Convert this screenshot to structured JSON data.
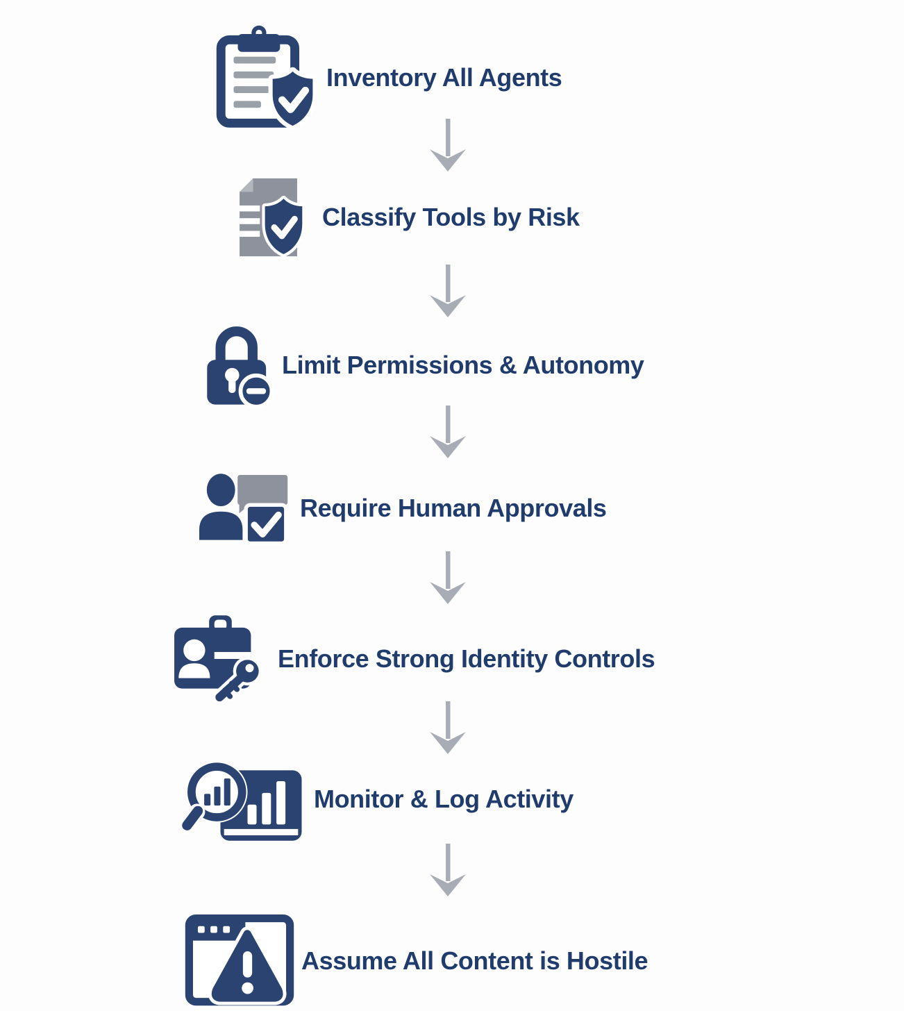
{
  "page": {
    "type": "flow-diagram",
    "background": "#fdfdfd"
  },
  "palette": {
    "icon_navy": "#2a4370",
    "text_navy": "#1f3c6d",
    "gray": "#8d929c",
    "gray_light": "#b2b6bd",
    "line_gray": "#9aa0a8",
    "arrow_gray": "#a8adb5",
    "white": "#ffffff"
  },
  "steps": [
    {
      "label": "Inventory All Agents",
      "icon": "clipboard-check-shield-icon"
    },
    {
      "label": "Classify Tools by Risk",
      "icon": "document-check-shield-icon"
    },
    {
      "label": "Limit Permissions & Autonomy",
      "icon": "lock-minus-icon"
    },
    {
      "label": "Require Human Approvals",
      "icon": "person-approval-checkbox-icon"
    },
    {
      "label": "Enforce Strong Identity Controls",
      "icon": "id-badge-key-icon"
    },
    {
      "label": "Monitor & Log Activity",
      "icon": "magnifier-bar-chart-icon"
    },
    {
      "label": "Assume All Content is Hostile",
      "icon": "browser-warning-icon"
    }
  ],
  "connector": {
    "glyph": "down-arrow",
    "count": 6,
    "color": "#a8adb5"
  }
}
